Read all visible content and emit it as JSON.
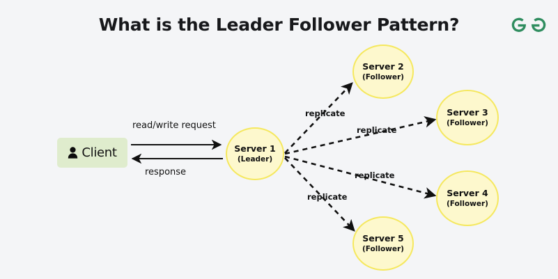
{
  "page": {
    "title": "What is the Leader Follower Pattern?",
    "background_color": "#f4f5f7"
  },
  "brand": {
    "name": "geeksforgeeks-logo",
    "color": "#2f8d5f"
  },
  "colors": {
    "client_fill": "#dfeccd",
    "server_fill": "#fdf8cd",
    "server_stroke": "#f5e85e",
    "edge_color": "#101010",
    "text_color": "#101010"
  },
  "diagram": {
    "type": "node-edge",
    "client": {
      "label": "Client",
      "icon": "person-icon"
    },
    "servers": [
      {
        "id": "server-1",
        "name": "Server 1",
        "role": "(Leader)"
      },
      {
        "id": "server-2",
        "name": "Server 2",
        "role": "(Follower)"
      },
      {
        "id": "server-3",
        "name": "Server 3",
        "role": "(Follower)"
      },
      {
        "id": "server-4",
        "name": "Server 4",
        "role": "(Follower)"
      },
      {
        "id": "server-5",
        "name": "Server 5",
        "role": "(Follower)"
      }
    ],
    "edges": [
      {
        "id": "edge-request",
        "label": "read/write request",
        "from": "client",
        "to": "server-1",
        "style": "solid",
        "direction": "forward"
      },
      {
        "id": "edge-response",
        "label": "response",
        "from": "server-1",
        "to": "client",
        "style": "solid",
        "direction": "forward"
      },
      {
        "id": "edge-replicate-1",
        "label": "replicate",
        "from": "server-1",
        "to": "server-2",
        "style": "dashed",
        "direction": "forward"
      },
      {
        "id": "edge-replicate-2",
        "label": "replicate",
        "from": "server-1",
        "to": "server-3",
        "style": "dashed",
        "direction": "forward"
      },
      {
        "id": "edge-replicate-3",
        "label": "replicate",
        "from": "server-1",
        "to": "server-4",
        "style": "dashed",
        "direction": "forward"
      },
      {
        "id": "edge-replicate-4",
        "label": "replicate",
        "from": "server-1",
        "to": "server-5",
        "style": "dashed",
        "direction": "forward"
      }
    ]
  }
}
